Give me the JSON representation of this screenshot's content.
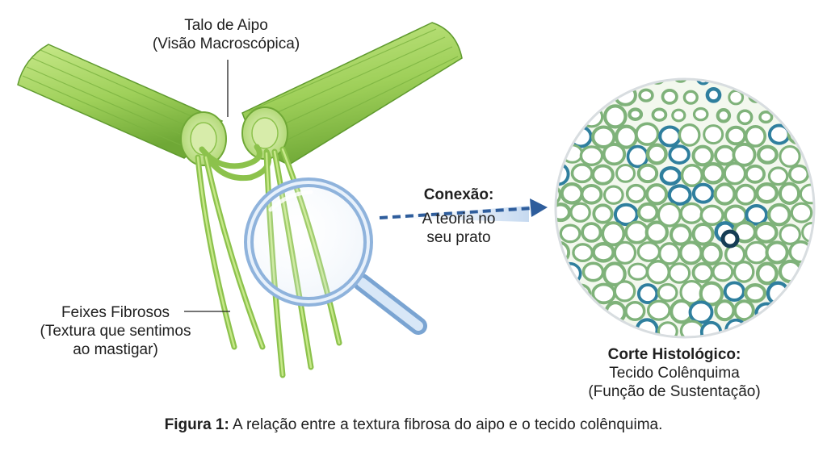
{
  "labels": {
    "talo_line1": "Talo de Aipo",
    "talo_line2": "(Visão Macroscópica)",
    "feixes_line1": "Feixes Fibrosos",
    "feixes_line2": "(Textura que sentimos",
    "feixes_line3": "ao mastigar)",
    "conexao_title": "Conexão:",
    "conexao_line1": "A teoria no",
    "conexao_line2": "seu prato",
    "corte_title": "Corte Histológico:",
    "corte_line1": "Tecido Colênquima",
    "corte_line2": "(Função de Sustentação)"
  },
  "caption": {
    "prefix": "Figura 1:",
    "text": " A relação entre a textura fibrosa do aipo e o tecido colênquima."
  },
  "icons": [
    "celery-stalk-left-icon",
    "celery-stalk-right-icon",
    "magnifying-glass-icon",
    "dashed-arrow-icon",
    "microscope-cell-circle-icon"
  ],
  "colors": {
    "celery_light": "#b5dc6e",
    "celery_mid": "#8cc24c",
    "celery_dark": "#5f9a2e",
    "glass_rim": "#8fb3dc",
    "arrow": "#2e5d9c",
    "cell_wall": "#7fb27a",
    "cell_stain": "#2f7f9e"
  }
}
